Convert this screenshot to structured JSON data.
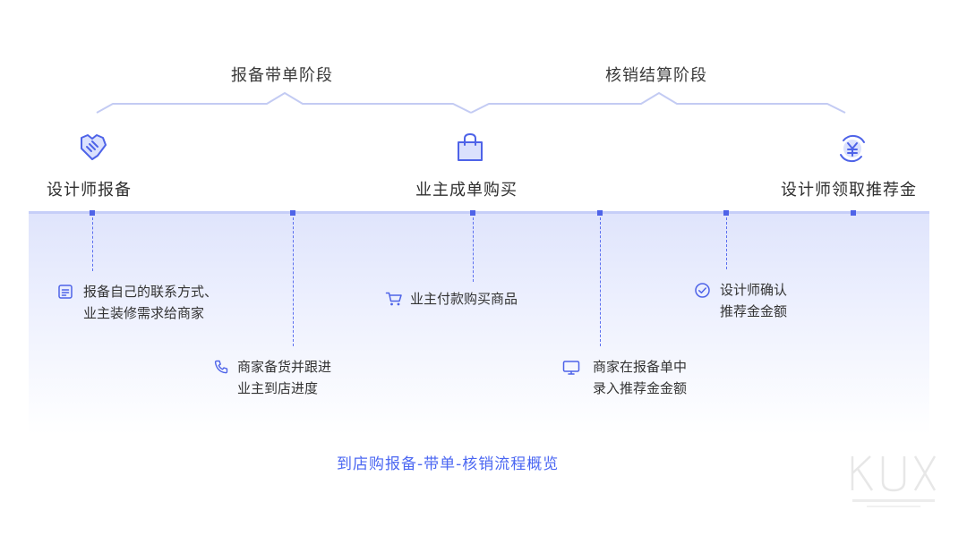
{
  "phases": [
    {
      "label": "报备带单阶段"
    },
    {
      "label": "核销结算阶段"
    }
  ],
  "milestones": [
    {
      "label": "设计师报备",
      "icon": "handshake-icon"
    },
    {
      "label": "业主成单购买",
      "icon": "shopping-bag-icon"
    },
    {
      "label": "设计师领取推荐金",
      "icon": "yuan-refresh-icon"
    }
  ],
  "steps": [
    {
      "icon": "document-icon",
      "lines": [
        "报备自己的联系方式、",
        "业主装修需求给商家"
      ]
    },
    {
      "icon": "phone-icon",
      "lines": [
        "商家备货并跟进",
        "业主到店进度"
      ]
    },
    {
      "icon": "cart-icon",
      "lines": [
        "业主付款购买商品"
      ]
    },
    {
      "icon": "monitor-icon",
      "lines": [
        "商家在报备单中",
        "录入推荐金金额"
      ]
    },
    {
      "icon": "check-circle-icon",
      "lines": [
        "设计师确认",
        "推荐金金额"
      ]
    }
  ],
  "caption": "到店购报备-带单-核销流程概览",
  "watermark": {
    "text": "KUX"
  },
  "colors": {
    "accent": "#4e63e8",
    "bracket": "#c3cbf3",
    "band": "#dfe4fc",
    "caption": "#4b67f2"
  }
}
